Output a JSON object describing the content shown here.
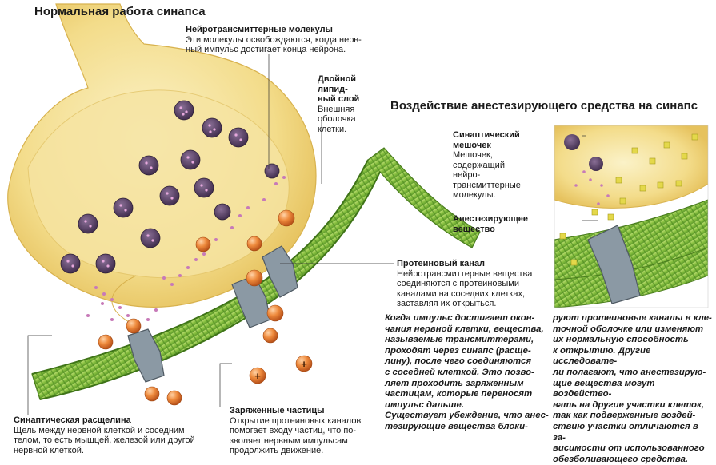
{
  "titles": {
    "normal": "Нормальная работа синапса",
    "anesthetic": "Воздействие анестезирующего средства на синапс"
  },
  "labels": {
    "neurotransmitter": {
      "title": "Нейротрансмиттерные молекулы",
      "text": "Эти молекулы освобождаются, когда нерв-\nный импульс достигает конца нейрона."
    },
    "bilayer": {
      "title": "Двойной\nлипид-\nный слой",
      "text": "Внешняя\nоболочка\nклетки."
    },
    "vesicle": {
      "title": "Синаптический\nмешочек",
      "text": "Мешочек,\nсодержащий\nнейро-\nтрансмиттерные\nмолекулы."
    },
    "anesthetic": {
      "title": "Анестезирующее\nвещество"
    },
    "protein_channel": {
      "title": "Протеиновый канал",
      "text": "Нейротрансмиттерные вещества\nсоединяются с протеиновыми\nканалами на соседних клетках,\nзаставляя их открыться."
    },
    "cleft": {
      "title": "Синаптическая расщелина",
      "text": "Щель между нервной клеткой и соседним\nтелом, то есть мышцей, железой или другой\nнервной клеткой."
    },
    "charged": {
      "title": "Заряженные частицы",
      "text": "Открытие протеиновых каналов\nпомогает входу частиц, что по-\nзволяет нервным импульсам\nпродолжить движение."
    },
    "plus_sign": "+"
  },
  "body_text": {
    "left": "Когда импульс достигает окон-\nчания нервной клетки, вещества,\nназываемые трансмиттерами,\nпроходят через синапс (расще-\nлину), после чего соединяются\nс соседней клеткой. Это позво-\nляет проходить заряженным\nчастицам, которые переносят\nимпульс дальше.\nСуществует убеждение, что анес-\nтезирующие вещества блоки-",
    "right": "руют протеиновые каналы в кле-\nточной оболочке или изменяют\nих нормальную способность\nк открытию. Другие исследовате-\nли полагают, что анестезирую-\nщие вещества могут воздейство-\nвать на другие участки клеток,\nтак как подверженные воздей-\nствию участки отличаются в за-\nвисимости от использованного\nобезболивающего средства."
  },
  "colors": {
    "neuron": "#f3dc8a",
    "membrane": "#8fc445",
    "channel": "#7d8b96",
    "charged_particle": "#e8772e",
    "neurotransmitter": "#c77ab8",
    "anesthetic": "#e4d84a"
  }
}
